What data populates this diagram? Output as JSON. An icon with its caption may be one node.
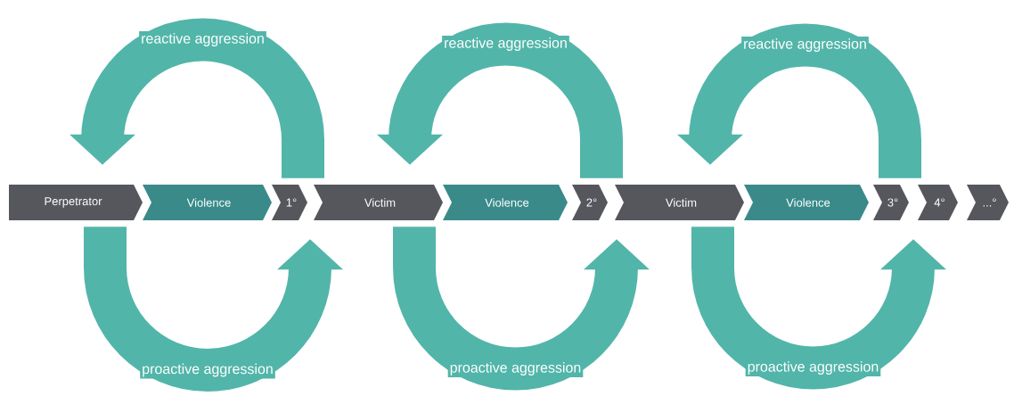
{
  "diagram": {
    "nodes": [
      {
        "text": [
          "Perpetrator"
        ]
      },
      {
        "text": [
          "Violence"
        ]
      },
      {
        "text": [
          "1°"
        ]
      },
      {
        "text": [
          "Victim"
        ]
      },
      {
        "text": [
          "Violence"
        ]
      },
      {
        "text": [
          "2°"
        ]
      },
      {
        "text": [
          "Victim"
        ]
      },
      {
        "text": [
          "Violence"
        ]
      },
      {
        "text": [
          "3°"
        ]
      },
      {
        "text": [
          "4°"
        ]
      },
      {
        "text": [
          "...°"
        ]
      }
    ],
    "edges": [
      {
        "from": 0,
        "to": 2,
        "arrow": "to",
        "label": "proactive aggression"
      },
      {
        "from": 2,
        "to": 0,
        "arrow": "to",
        "label": "reactive aggression"
      },
      {
        "from": 3,
        "to": 5,
        "arrow": "to",
        "label": "proactive aggression"
      },
      {
        "from": 5,
        "to": 3,
        "arrow": "to",
        "label": "reactive aggression"
      },
      {
        "from": 6,
        "to": 8,
        "arrow": "to",
        "label": "proactive aggression"
      },
      {
        "from": 8,
        "to": 6,
        "arrow": "to",
        "label": "reactive aggression"
      }
    ]
  }
}
